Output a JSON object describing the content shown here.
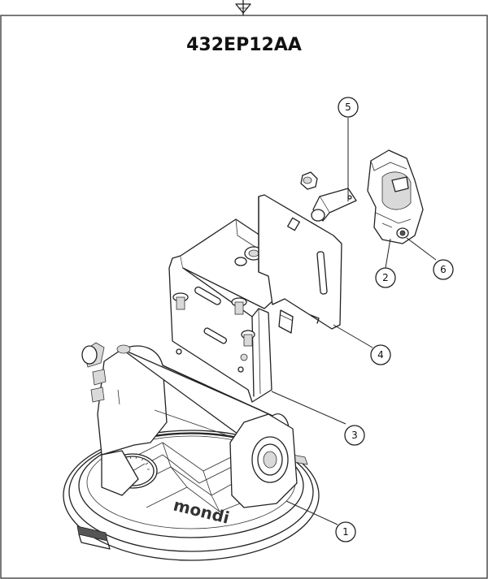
{
  "diagram": {
    "title": "432EP12AA",
    "brand_text": "mondi",
    "callouts": [
      {
        "label": "1"
      },
      {
        "label": "2"
      },
      {
        "label": "3"
      },
      {
        "label": "4"
      },
      {
        "label": "5"
      },
      {
        "label": "6"
      }
    ]
  },
  "icons": {
    "top_marker": "triangle-down-datum-icon"
  }
}
